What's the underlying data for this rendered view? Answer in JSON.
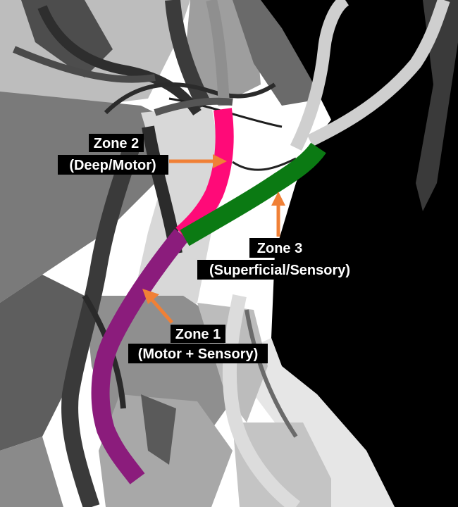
{
  "colors": {
    "zone1": "#8B1C7C",
    "zone2": "#FF0A78",
    "zone3": "#0B7A13",
    "arrow": "#F08036",
    "label_bg": "#000000",
    "label_text": "#FFFFFF",
    "dark_structure": "#000000",
    "tissue_dark": "#4A4A4A",
    "tissue_mid": "#8C8C8C",
    "tissue_light": "#C8C8C8"
  },
  "zones": [
    {
      "id": "zone1",
      "title": "Zone 1",
      "subtitle": "(Motor + Sensory)"
    },
    {
      "id": "zone2",
      "title": "Zone 2",
      "subtitle": "(Deep/Motor)"
    },
    {
      "id": "zone3",
      "title": "Zone 3",
      "subtitle": "(Superficial/Sensory)"
    }
  ]
}
